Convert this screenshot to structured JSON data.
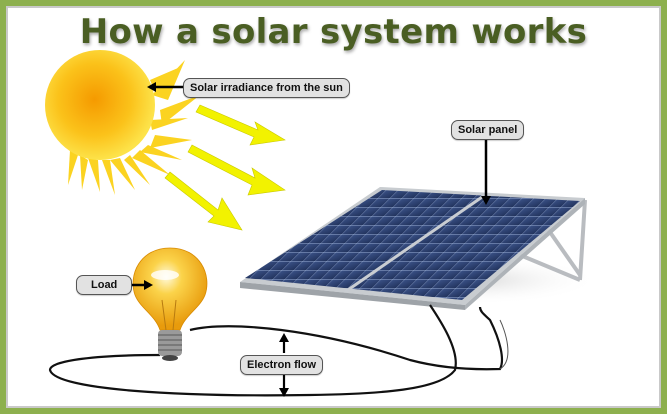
{
  "title": "How a solar system works",
  "labels": {
    "sun": "Solar irradiance from the sun",
    "panel": "Solar panel",
    "load": "Load",
    "electron": "Electron flow"
  },
  "colors": {
    "border": "#8db04e",
    "title": "#4a5e23",
    "sun": "#f7b500",
    "rays": "#f2f200",
    "panel": "#2c3f6e"
  }
}
